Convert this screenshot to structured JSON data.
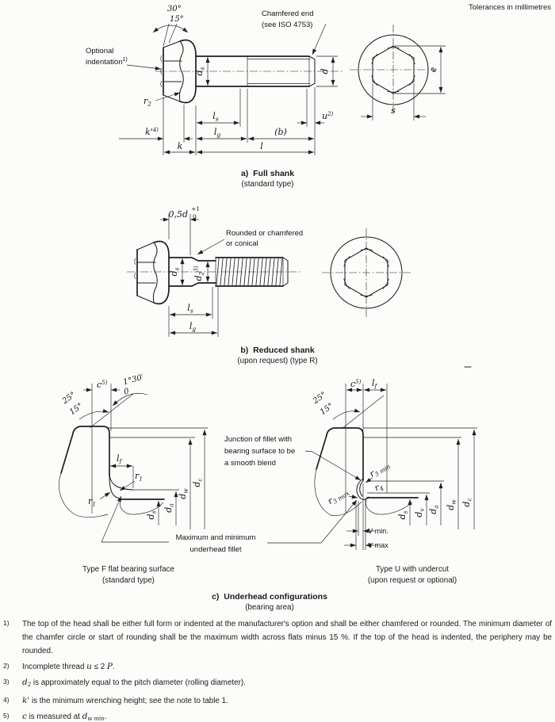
{
  "page": {
    "tolerances_note": "Tolerances in millimetres",
    "ink": "#1f1f1f",
    "paper": "#fcfcfb"
  },
  "figure_a": {
    "caption": {
      "letter": "a)",
      "title": "Full shank",
      "subtitle": "(standard type)"
    },
    "callouts": {
      "angle_30": "30°",
      "angle_15": "15°",
      "optional_line1": "Optional",
      "optional_line2": "indentation",
      "optional_note": "1)",
      "chamfer_line1": "Chamfered end",
      "chamfer_line2": "(see ISO 4753)"
    },
    "dims": {
      "r2": {
        "main": "r",
        "sub": "2"
      },
      "ds": {
        "main": "d",
        "sub": "s"
      },
      "d": {
        "main": "d"
      },
      "ls": {
        "main": "l",
        "sub": "s"
      },
      "lg": {
        "main": "l",
        "sub": "g"
      },
      "b": {
        "main": "(b)"
      },
      "l": {
        "main": "l"
      },
      "k": {
        "main": "k"
      },
      "k_prime": {
        "main": "k'",
        "note": "4)"
      },
      "u": {
        "main": "u",
        "note": "2)"
      },
      "e": {
        "main": "e"
      },
      "s": {
        "main": "s"
      }
    }
  },
  "figure_b": {
    "caption": {
      "letter": "b)",
      "title": "Reduced shank",
      "subtitle": "(upon request) (type R)"
    },
    "callouts": {
      "length_value": "0,5",
      "length_var": "d",
      "tol_upper": "+1",
      "tol_lower": "0",
      "rounded_line1": "Rounded or chamfered",
      "rounded_line2": "or conical"
    },
    "dims": {
      "ds": {
        "main": "d",
        "sub": "s"
      },
      "d2": {
        "main": "d",
        "sub": "2",
        "note": "3)"
      },
      "ls": {
        "main": "l",
        "sub": "s"
      },
      "lg": {
        "main": "l",
        "sub": "g"
      }
    }
  },
  "figure_c": {
    "caption": {
      "letter": "c)",
      "title": "Underhead configurations",
      "subtitle": "(bearing area)"
    },
    "type_f": {
      "caption_line1": "Type F flat bearing surface",
      "caption_line2": "(standard type)",
      "angle_25": "25°",
      "angle_15": "15°",
      "angle_tol_upper": "1°30′",
      "angle_tol_lower": "0",
      "c": {
        "main": "c",
        "note": "5)"
      },
      "lf": {
        "main": "l",
        "sub": "f"
      },
      "r1": {
        "main": "r",
        "sub": "1"
      },
      "ds": {
        "main": "d",
        "sub": "s"
      },
      "da": {
        "main": "d",
        "sub": "a"
      },
      "dw": {
        "main": "d",
        "sub": "w"
      },
      "dc": {
        "main": "d",
        "sub": "c"
      }
    },
    "type_u": {
      "caption_line1": "Type U with undercut",
      "caption_line2": "(upon request or optional)",
      "angle_25": "25°",
      "angle_15": "15°",
      "c": {
        "main": "c",
        "note": "5)"
      },
      "lf": {
        "main": "l",
        "sub": "f"
      },
      "r3min": {
        "main": "r",
        "sub": "3 min"
      },
      "r3max": {
        "main": "r",
        "sub": "3 max"
      },
      "r4": {
        "main": "r",
        "sub": "4"
      },
      "ds": {
        "main": "d",
        "sub": "s"
      },
      "dv": {
        "main": "d",
        "sub": "v"
      },
      "da": {
        "main": "d",
        "sub": "a"
      },
      "dw": {
        "main": "d",
        "sub": "w"
      },
      "dc": {
        "main": "d",
        "sub": "c"
      },
      "v_min": {
        "main": "v",
        "text": " min."
      },
      "v_max": {
        "main": "v",
        "text": " max"
      }
    },
    "annotations": {
      "junction_line1": "Junction of fillet with",
      "junction_line2": "bearing surface to be",
      "junction_line3": "a smooth blend",
      "fillet_line1": "Maximum and minimum",
      "fillet_line2": "underhead fillet"
    }
  },
  "footnotes": {
    "fn1": {
      "marker": "1)",
      "text": "The top of the head shall be either full form or indented at the manufacturer's option and shall be either chamfered or rounded. The minimum diameter of the chamfer circle or start of rounding shall be the maximum width across flats minus 15 %. If the top of the head is indented, the periphery may be rounded."
    },
    "fn2": {
      "marker": "2)",
      "pre": "Incomplete thread ",
      "v1": "u",
      "mid": " ≤ 2 ",
      "v2": "P",
      "end": "."
    },
    "fn3": {
      "marker": "3)",
      "v1": "d",
      "sub1": "2",
      "text": " is approximately equal to the pitch diameter (rolling diameter)."
    },
    "fn4": {
      "marker": "4)",
      "v1": "k'",
      "text": " is the minimum wrenching height; see the note to table 1."
    },
    "fn5": {
      "marker": "5)",
      "v1": "c",
      "text1": " is measured at ",
      "v2": "d",
      "sub2": "w min",
      "end": "."
    }
  }
}
